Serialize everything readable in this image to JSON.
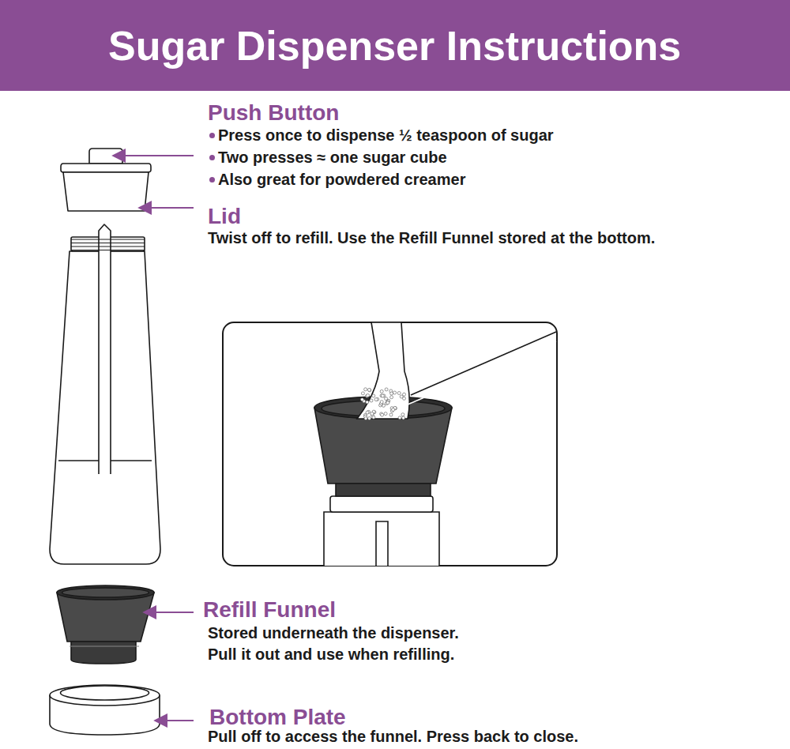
{
  "diagram": {
    "title": "Sugar Dispenser Instructions",
    "labels": [
      "Push Button",
      "Press once to dispense ½ teaspoon of sugar",
      "Two presses ≈ one sugar cube",
      "Also great for powdered creamer",
      "Lid",
      "Twist off to refill. Use the Refill Funnel stored at the bottom.",
      "Refill Funnel",
      "Stored underneath the dispenser.",
      "Pull it out and use when refilling.",
      "Bottom Plate",
      "Pull off to access the funnel. Press back to close."
    ]
  }
}
